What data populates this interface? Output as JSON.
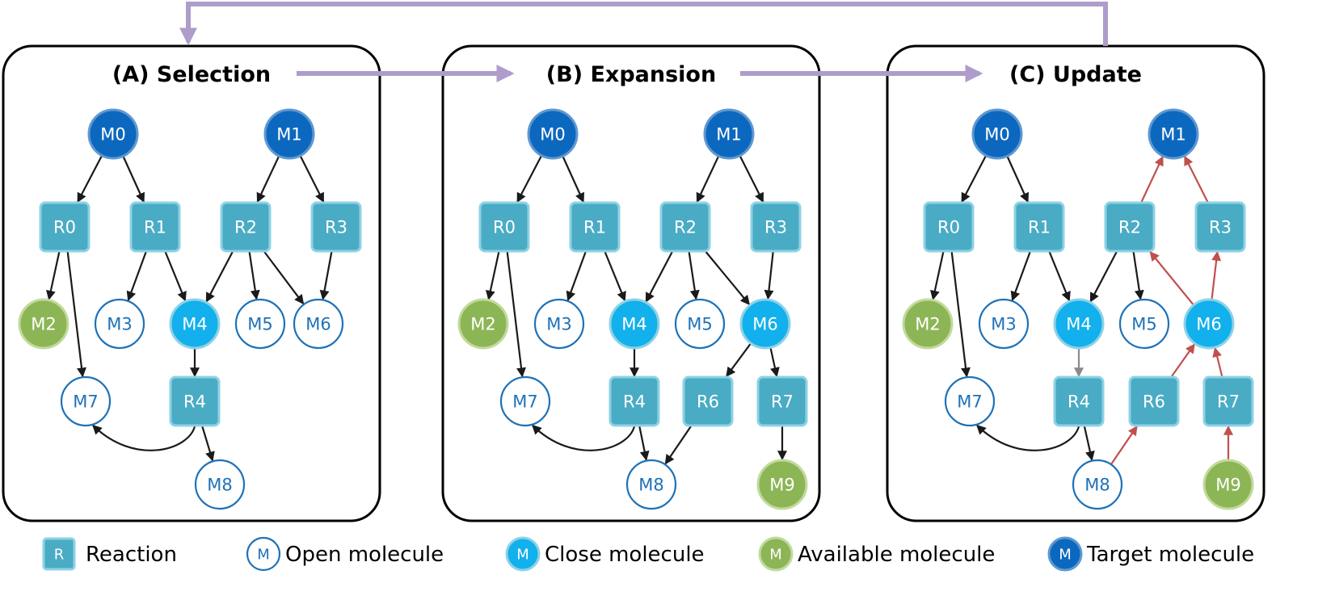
{
  "colors": {
    "reaction_fill": "#4AABC4",
    "reaction_stroke": "#8DD2E6",
    "open_stroke": "#1E72B8",
    "open_text": "#1E72B8",
    "close_fill": "#12B0EC",
    "close_stroke": "#8DD2E6",
    "available_fill": "#8CB656",
    "available_stroke": "#C2DA9C",
    "target_fill": "#0C68BE",
    "target_stroke": "#5F98D1",
    "edge_black": "#1A1A1A",
    "edge_red": "#C0504D",
    "edge_gray": "#8A8A8A",
    "flow_arrow": "#AE9DCB"
  },
  "panels": [
    {
      "title": "(A) Selection",
      "nodes": [
        {
          "id": "M0",
          "label": "M0",
          "kind": "target"
        },
        {
          "id": "M1",
          "label": "M1",
          "kind": "target"
        },
        {
          "id": "R0",
          "label": "R0",
          "kind": "reaction"
        },
        {
          "id": "R1",
          "label": "R1",
          "kind": "reaction"
        },
        {
          "id": "R2",
          "label": "R2",
          "kind": "reaction"
        },
        {
          "id": "R3",
          "label": "R3",
          "kind": "reaction"
        },
        {
          "id": "M2",
          "label": "M2",
          "kind": "available"
        },
        {
          "id": "M3",
          "label": "M3",
          "kind": "open"
        },
        {
          "id": "M4",
          "label": "M4",
          "kind": "close"
        },
        {
          "id": "M5",
          "label": "M5",
          "kind": "open"
        },
        {
          "id": "M6",
          "label": "M6",
          "kind": "open"
        },
        {
          "id": "M7",
          "label": "M7",
          "kind": "open"
        },
        {
          "id": "R4",
          "label": "R4",
          "kind": "reaction"
        },
        {
          "id": "M8",
          "label": "M8",
          "kind": "open"
        }
      ],
      "edges": [
        {
          "from": "M0",
          "to": "R0",
          "color": "black"
        },
        {
          "from": "M0",
          "to": "R1",
          "color": "black"
        },
        {
          "from": "M1",
          "to": "R2",
          "color": "black"
        },
        {
          "from": "M1",
          "to": "R3",
          "color": "black"
        },
        {
          "from": "R0",
          "to": "M2",
          "color": "black"
        },
        {
          "from": "R0",
          "to": "M7",
          "color": "black"
        },
        {
          "from": "R1",
          "to": "M3",
          "color": "black"
        },
        {
          "from": "R1",
          "to": "M4",
          "color": "black"
        },
        {
          "from": "R2",
          "to": "M4",
          "color": "black"
        },
        {
          "from": "R2",
          "to": "M5",
          "color": "black"
        },
        {
          "from": "R2",
          "to": "M6",
          "color": "black"
        },
        {
          "from": "R3",
          "to": "M6",
          "color": "black"
        },
        {
          "from": "M4",
          "to": "R4",
          "color": "black"
        },
        {
          "from": "R4",
          "to": "M7",
          "color": "black",
          "curved": true
        },
        {
          "from": "R4",
          "to": "M8",
          "color": "black"
        }
      ]
    },
    {
      "title": "(B) Expansion",
      "nodes": [
        {
          "id": "M0",
          "label": "M0",
          "kind": "target"
        },
        {
          "id": "M1",
          "label": "M1",
          "kind": "target"
        },
        {
          "id": "R0",
          "label": "R0",
          "kind": "reaction"
        },
        {
          "id": "R1",
          "label": "R1",
          "kind": "reaction"
        },
        {
          "id": "R2",
          "label": "R2",
          "kind": "reaction"
        },
        {
          "id": "R3",
          "label": "R3",
          "kind": "reaction"
        },
        {
          "id": "M2",
          "label": "M2",
          "kind": "available"
        },
        {
          "id": "M3",
          "label": "M3",
          "kind": "open"
        },
        {
          "id": "M4",
          "label": "M4",
          "kind": "close"
        },
        {
          "id": "M5",
          "label": "M5",
          "kind": "open"
        },
        {
          "id": "M6",
          "label": "M6",
          "kind": "close"
        },
        {
          "id": "M7",
          "label": "M7",
          "kind": "open"
        },
        {
          "id": "R4",
          "label": "R4",
          "kind": "reaction"
        },
        {
          "id": "R6",
          "label": "R6",
          "kind": "reaction"
        },
        {
          "id": "R7",
          "label": "R7",
          "kind": "reaction"
        },
        {
          "id": "M8",
          "label": "M8",
          "kind": "open"
        },
        {
          "id": "M9",
          "label": "M9",
          "kind": "available"
        }
      ],
      "edges": [
        {
          "from": "M0",
          "to": "R0",
          "color": "black"
        },
        {
          "from": "M0",
          "to": "R1",
          "color": "black"
        },
        {
          "from": "M1",
          "to": "R2",
          "color": "black"
        },
        {
          "from": "M1",
          "to": "R3",
          "color": "black"
        },
        {
          "from": "R0",
          "to": "M2",
          "color": "black"
        },
        {
          "from": "R0",
          "to": "M7",
          "color": "black"
        },
        {
          "from": "R1",
          "to": "M3",
          "color": "black"
        },
        {
          "from": "R1",
          "to": "M4",
          "color": "black"
        },
        {
          "from": "R2",
          "to": "M4",
          "color": "black"
        },
        {
          "from": "R2",
          "to": "M5",
          "color": "black"
        },
        {
          "from": "R2",
          "to": "M6",
          "color": "black"
        },
        {
          "from": "R3",
          "to": "M6",
          "color": "black"
        },
        {
          "from": "M4",
          "to": "R4",
          "color": "black"
        },
        {
          "from": "M6",
          "to": "R6",
          "color": "black"
        },
        {
          "from": "M6",
          "to": "R7",
          "color": "black"
        },
        {
          "from": "R4",
          "to": "M7",
          "color": "black",
          "curved": true
        },
        {
          "from": "R4",
          "to": "M8",
          "color": "black"
        },
        {
          "from": "R6",
          "to": "M8",
          "color": "black"
        },
        {
          "from": "R7",
          "to": "M9",
          "color": "black"
        }
      ]
    },
    {
      "title": "(C) Update",
      "nodes": [
        {
          "id": "M0",
          "label": "M0",
          "kind": "target"
        },
        {
          "id": "M1",
          "label": "M1",
          "kind": "target"
        },
        {
          "id": "R0",
          "label": "R0",
          "kind": "reaction"
        },
        {
          "id": "R1",
          "label": "R1",
          "kind": "reaction"
        },
        {
          "id": "R2",
          "label": "R2",
          "kind": "reaction"
        },
        {
          "id": "R3",
          "label": "R3",
          "kind": "reaction"
        },
        {
          "id": "M2",
          "label": "M2",
          "kind": "available"
        },
        {
          "id": "M3",
          "label": "M3",
          "kind": "open"
        },
        {
          "id": "M4",
          "label": "M4",
          "kind": "close"
        },
        {
          "id": "M5",
          "label": "M5",
          "kind": "open"
        },
        {
          "id": "M6",
          "label": "M6",
          "kind": "close"
        },
        {
          "id": "M7",
          "label": "M7",
          "kind": "open"
        },
        {
          "id": "R4",
          "label": "R4",
          "kind": "reaction"
        },
        {
          "id": "R6",
          "label": "R6",
          "kind": "reaction"
        },
        {
          "id": "R7",
          "label": "R7",
          "kind": "reaction"
        },
        {
          "id": "M8",
          "label": "M8",
          "kind": "open"
        },
        {
          "id": "M9",
          "label": "M9",
          "kind": "available"
        }
      ],
      "edges": [
        {
          "from": "M0",
          "to": "R0",
          "color": "black"
        },
        {
          "from": "M0",
          "to": "R1",
          "color": "black"
        },
        {
          "from": "R2",
          "to": "M1",
          "color": "red"
        },
        {
          "from": "R3",
          "to": "M1",
          "color": "red"
        },
        {
          "from": "R0",
          "to": "M2",
          "color": "black"
        },
        {
          "from": "R0",
          "to": "M7",
          "color": "black"
        },
        {
          "from": "R1",
          "to": "M3",
          "color": "black"
        },
        {
          "from": "R1",
          "to": "M4",
          "color": "black"
        },
        {
          "from": "R2",
          "to": "M4",
          "color": "black"
        },
        {
          "from": "R2",
          "to": "M5",
          "color": "black"
        },
        {
          "from": "M6",
          "to": "R2",
          "color": "red"
        },
        {
          "from": "M6",
          "to": "R3",
          "color": "red"
        },
        {
          "from": "M4",
          "to": "R4",
          "color": "gray"
        },
        {
          "from": "R6",
          "to": "M6",
          "color": "red"
        },
        {
          "from": "R7",
          "to": "M6",
          "color": "red"
        },
        {
          "from": "R4",
          "to": "M7",
          "color": "black",
          "curved": true
        },
        {
          "from": "R4",
          "to": "M8",
          "color": "black"
        },
        {
          "from": "M8",
          "to": "R6",
          "color": "red"
        },
        {
          "from": "M9",
          "to": "R7",
          "color": "red"
        }
      ]
    }
  ],
  "legend": [
    {
      "kind": "reaction",
      "symbol": "R",
      "label": "Reaction"
    },
    {
      "kind": "open",
      "symbol": "M",
      "label": "Open molecule"
    },
    {
      "kind": "close",
      "symbol": "M",
      "label": "Close molecule"
    },
    {
      "kind": "available",
      "symbol": "M",
      "label": "Available molecule"
    },
    {
      "kind": "target",
      "symbol": "M",
      "label": "Target molecule"
    }
  ]
}
